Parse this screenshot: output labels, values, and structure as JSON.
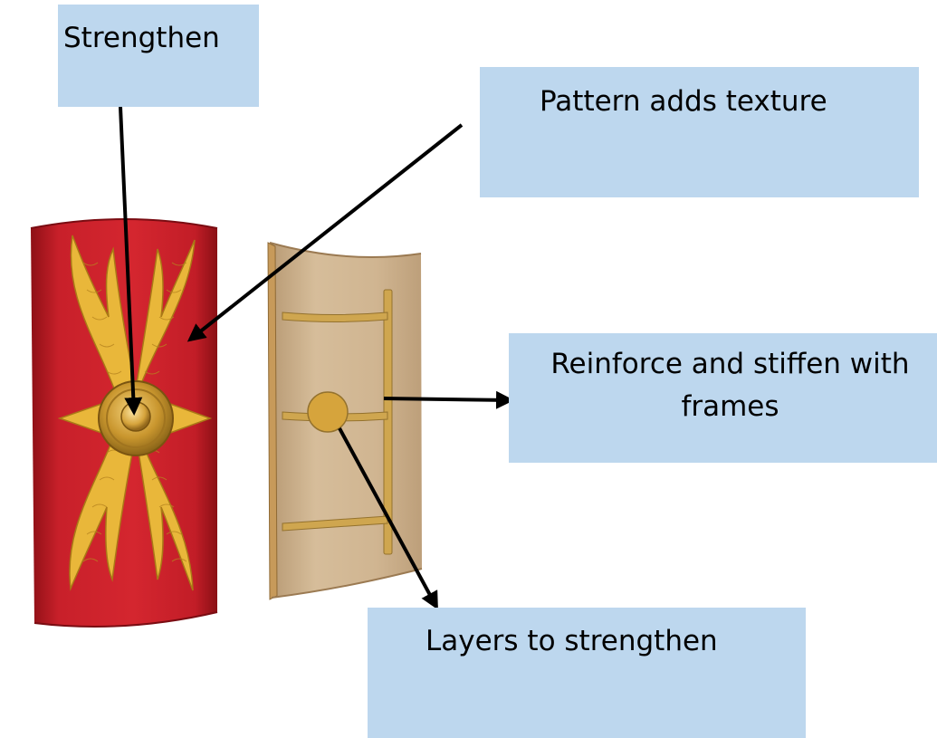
{
  "labels": {
    "strengthen": "Strengthen",
    "pattern": "Pattern adds texture",
    "reinforce": "Reinforce and stiffen with frames",
    "layers": "Layers to strengthen"
  },
  "colors": {
    "label_fill": "#bdd7ee",
    "shield_red": "#c8202a",
    "eagle_gold": "#e9b73a",
    "boss_bronze": "#c9962e",
    "inner_wood": "#d2b894",
    "frame_wood": "#cfa64f",
    "arrow": "#000000"
  },
  "illustration": {
    "front_shield": "red-roman-scutum-with-golden-wings",
    "back_shield": "wooden-interior-with-frames"
  }
}
